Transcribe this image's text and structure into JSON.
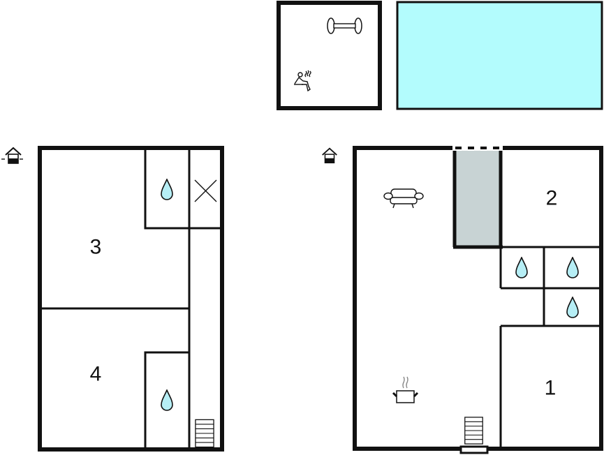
{
  "colors": {
    "wall": "#111111",
    "pool": "#b3fcfd",
    "stair_void": "#c8d3d4",
    "water": "#b6eef5",
    "background": "#ffffff"
  },
  "outbuildings": {
    "fitness_sauna": {
      "icons": [
        "dumbbell-icon",
        "sauna-icon"
      ]
    },
    "pool": {
      "label": ""
    }
  },
  "floors": [
    {
      "name": "upper-floor",
      "level_icon": "floor-level-upper-icon",
      "rooms": [
        {
          "id": "bedroom-3",
          "number": "3"
        },
        {
          "id": "bedroom-4",
          "number": "4"
        },
        {
          "id": "bathroom-upper-1",
          "icon": "water-drop-icon"
        },
        {
          "id": "bathroom-upper-2",
          "icon": "water-drop-icon"
        },
        {
          "id": "void",
          "icon": "cross-icon"
        },
        {
          "id": "hallway-upper",
          "icon": "stairs-icon"
        }
      ]
    },
    {
      "name": "ground-floor",
      "level_icon": "floor-level-ground-icon",
      "rooms": [
        {
          "id": "living-kitchen",
          "icons": [
            "sofa-icon",
            "cooking-pot-icon",
            "stairs-icon"
          ]
        },
        {
          "id": "stair-void"
        },
        {
          "id": "bedroom-2",
          "number": "2"
        },
        {
          "id": "bathroom-ground-1",
          "icon": "water-drop-icon"
        },
        {
          "id": "bathroom-ground-2",
          "icon": "water-drop-icon"
        },
        {
          "id": "bathroom-ground-3",
          "icon": "water-drop-icon"
        },
        {
          "id": "bedroom-1",
          "number": "1"
        }
      ]
    }
  ],
  "labels": {
    "room1": "1",
    "room2": "2",
    "room3": "3",
    "room4": "4"
  }
}
